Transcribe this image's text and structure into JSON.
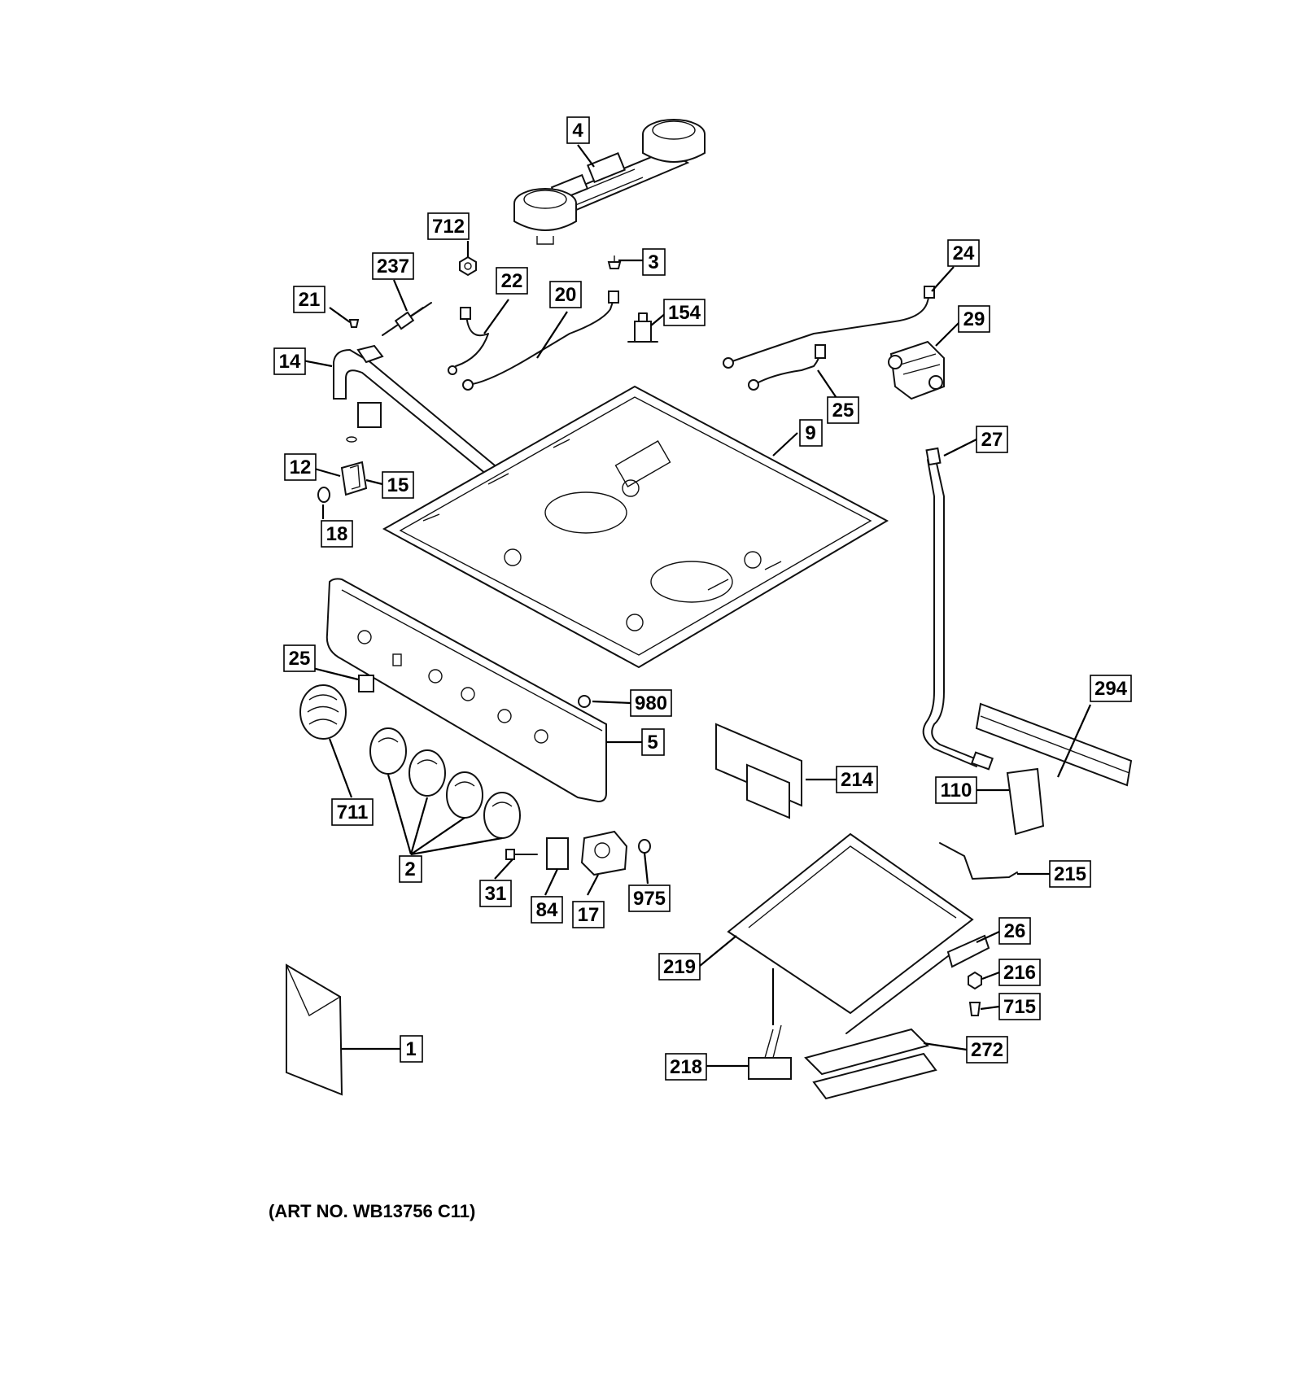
{
  "art_number": "(ART NO. WB13756 C11)",
  "callouts": [
    {
      "id": "c4",
      "label": "4"
    },
    {
      "id": "c712",
      "label": "712"
    },
    {
      "id": "c3",
      "label": "3"
    },
    {
      "id": "c237",
      "label": "237"
    },
    {
      "id": "c22",
      "label": "22"
    },
    {
      "id": "c20",
      "label": "20"
    },
    {
      "id": "c154",
      "label": "154"
    },
    {
      "id": "c24",
      "label": "24"
    },
    {
      "id": "c29",
      "label": "29"
    },
    {
      "id": "c21",
      "label": "21"
    },
    {
      "id": "c14",
      "label": "14"
    },
    {
      "id": "c25a",
      "label": "25"
    },
    {
      "id": "c9",
      "label": "9"
    },
    {
      "id": "c27",
      "label": "27"
    },
    {
      "id": "c12",
      "label": "12"
    },
    {
      "id": "c15",
      "label": "15"
    },
    {
      "id": "c18",
      "label": "18"
    },
    {
      "id": "c25b",
      "label": "25"
    },
    {
      "id": "c980",
      "label": "980"
    },
    {
      "id": "c294",
      "label": "294"
    },
    {
      "id": "c5",
      "label": "5"
    },
    {
      "id": "c214",
      "label": "214"
    },
    {
      "id": "c110",
      "label": "110"
    },
    {
      "id": "c711",
      "label": "711"
    },
    {
      "id": "c2",
      "label": "2"
    },
    {
      "id": "c31",
      "label": "31"
    },
    {
      "id": "c84",
      "label": "84"
    },
    {
      "id": "c17",
      "label": "17"
    },
    {
      "id": "c975",
      "label": "975"
    },
    {
      "id": "c215",
      "label": "215"
    },
    {
      "id": "c26",
      "label": "26"
    },
    {
      "id": "c219",
      "label": "219"
    },
    {
      "id": "c216",
      "label": "216"
    },
    {
      "id": "c715",
      "label": "715"
    },
    {
      "id": "c1",
      "label": "1"
    },
    {
      "id": "c272",
      "label": "272"
    },
    {
      "id": "c218",
      "label": "218"
    }
  ]
}
